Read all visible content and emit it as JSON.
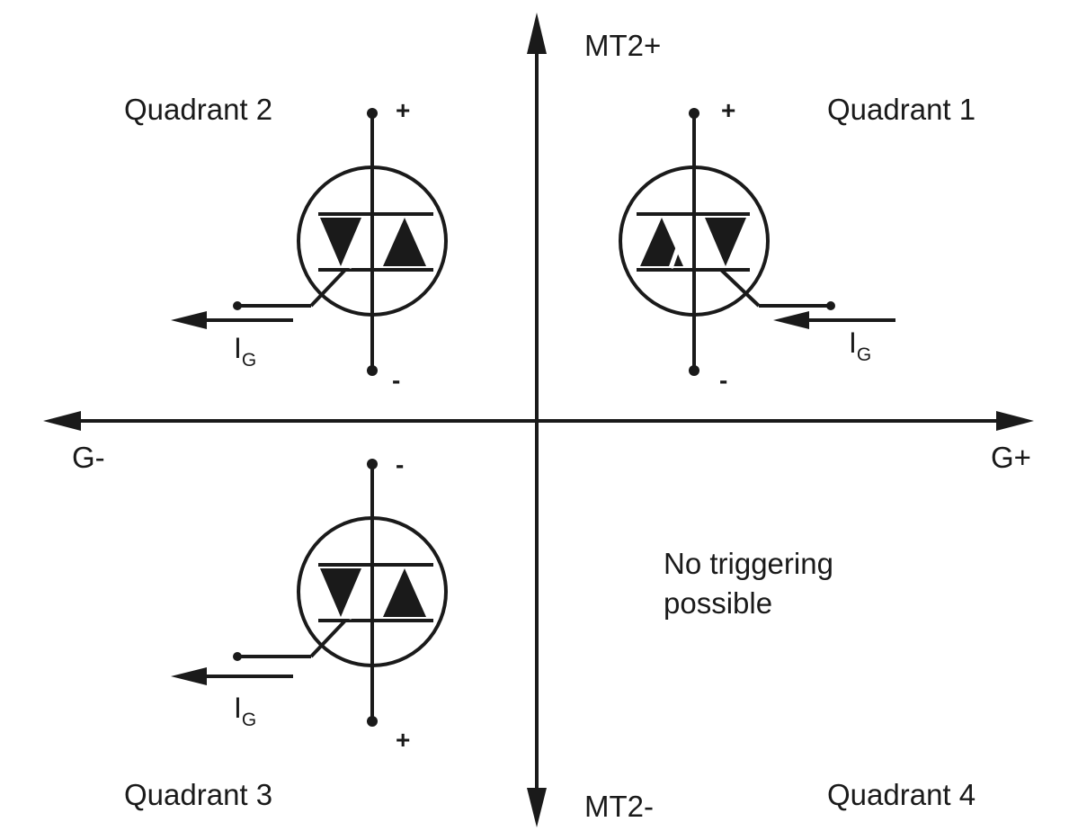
{
  "axes": {
    "y_top_label": "MT2+",
    "y_bottom_label": "MT2-",
    "x_left_label": "G-",
    "x_right_label": "G+"
  },
  "quadrants": {
    "q1": {
      "label": "Quadrant 1",
      "top_sign": "+",
      "bottom_sign": "-",
      "gate_current": "I",
      "gate_current_sub": "G",
      "gate_current_direction": "into gate"
    },
    "q2": {
      "label": "Quadrant 2",
      "top_sign": "+",
      "bottom_sign": "-",
      "gate_current": "I",
      "gate_current_sub": "G",
      "gate_current_direction": "out of gate"
    },
    "q3": {
      "label": "Quadrant 3",
      "top_sign": "-",
      "bottom_sign": "+",
      "gate_current": "I",
      "gate_current_sub": "G",
      "gate_current_direction": "out of gate"
    },
    "q4": {
      "label": "Quadrant 4",
      "note_line1": "No triggering",
      "note_line2": "possible"
    }
  },
  "colors": {
    "ink": "#1a1a1a",
    "background": "#ffffff"
  },
  "icons": [
    "triac-symbol",
    "arrow-icon",
    "terminal-dot"
  ]
}
